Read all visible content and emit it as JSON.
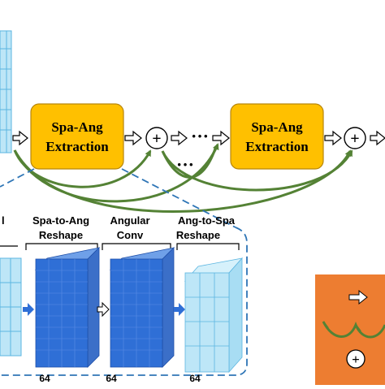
{
  "blocks": [
    {
      "line1": "Spa-Ang",
      "line2": "Extraction"
    },
    {
      "line1": "Spa-Ang",
      "line2": "Extraction"
    }
  ],
  "ellipsis_top": "···",
  "ellipsis_mid": "···",
  "add_symbol": "+",
  "detail": {
    "labels": {
      "left_partial": "l",
      "spa_to_ang_1": "Spa-to-Ang",
      "spa_to_ang_2": "Reshape",
      "angular_1": "Angular",
      "angular_2": "Conv",
      "ang_to_spa_1": "Ang-to-Spa",
      "ang_to_spa_2": "Reshape"
    },
    "channels": [
      "64",
      "64",
      "64"
    ]
  },
  "legend": {
    "add_symbol": "+"
  },
  "colors": {
    "block_fill": "#FFC000",
    "block_stroke": "#B8860B",
    "skip_line": "#548235",
    "dashed_border": "#2E75B6",
    "tensor_dark": "#2F6FD6",
    "tensor_light": "#BDE6F7",
    "legend_bg": "#ED7D31"
  }
}
